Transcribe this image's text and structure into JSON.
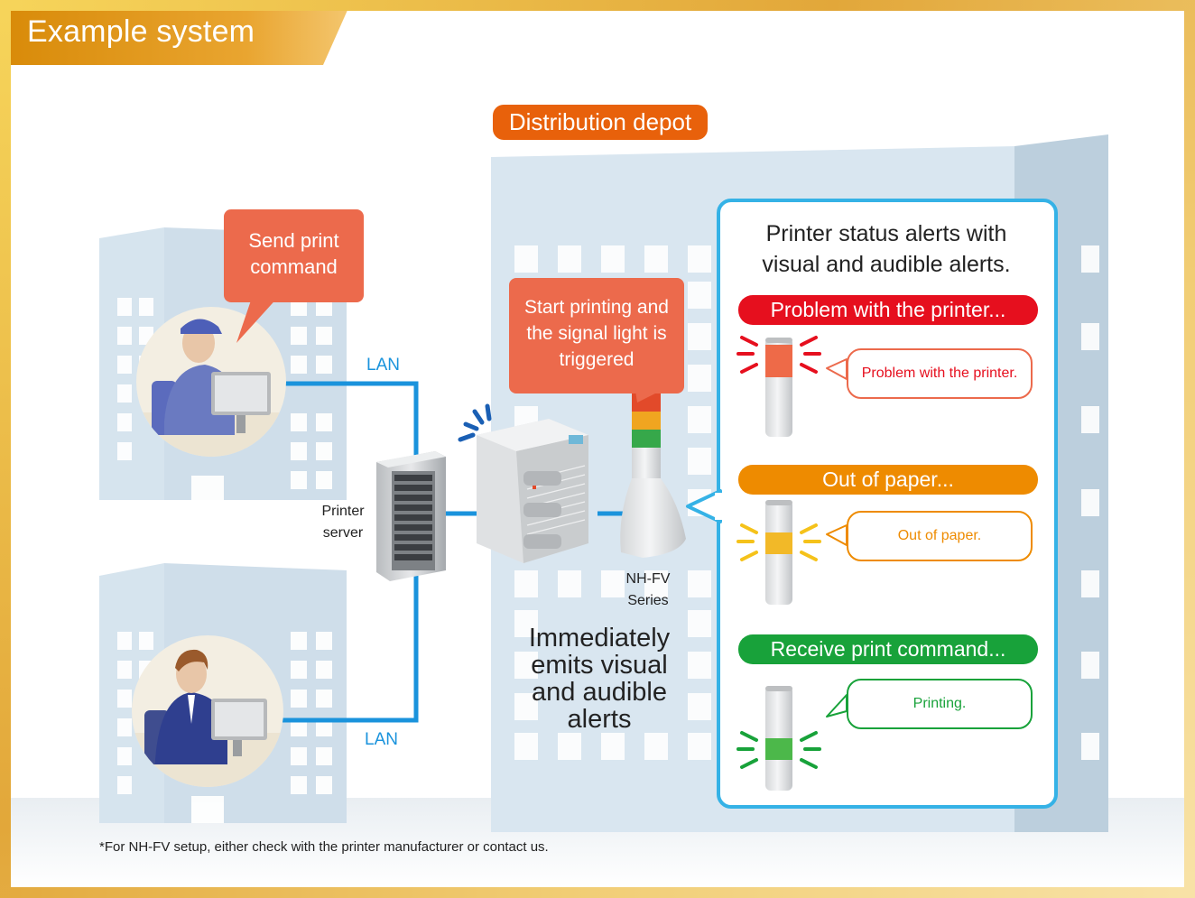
{
  "title": "Example system",
  "depot_label": "Distribution depot",
  "callouts": {
    "send_print": "Send print command",
    "start_printing": "Start printing and the signal light is triggered"
  },
  "lan_label": "LAN",
  "printer_server_label": "Printer server",
  "nhfv_label": "NH-FV Series",
  "immediately_text": "Immediately emits visual and audible alerts",
  "panel_title": "Printer status alerts with visual and audible alerts.",
  "statuses": [
    {
      "bar": "Problem with the printer...",
      "bubble": "Problem with the printer.",
      "color": "#e60f1e",
      "light": "red"
    },
    {
      "bar": "Out of paper...",
      "bubble": "Out of paper.",
      "color": "#ee8b00",
      "light": "yellow"
    },
    {
      "bar": "Receive print command...",
      "bubble": "Printing.",
      "color": "#18a23a",
      "light": "green"
    }
  ],
  "footnote": "*For NH-FV setup, either check with the printer manufacturer or contact us.",
  "colors": {
    "accent_orange": "#e8610b",
    "callout": "#ec6a4c",
    "lan_blue": "#1a93dc",
    "panel_border": "#35b2e6",
    "building": "#d8e6f1"
  },
  "icons": [
    "person-worker-icon",
    "person-office-icon",
    "printer-icon",
    "server-icon",
    "signal-tower-icon"
  ]
}
